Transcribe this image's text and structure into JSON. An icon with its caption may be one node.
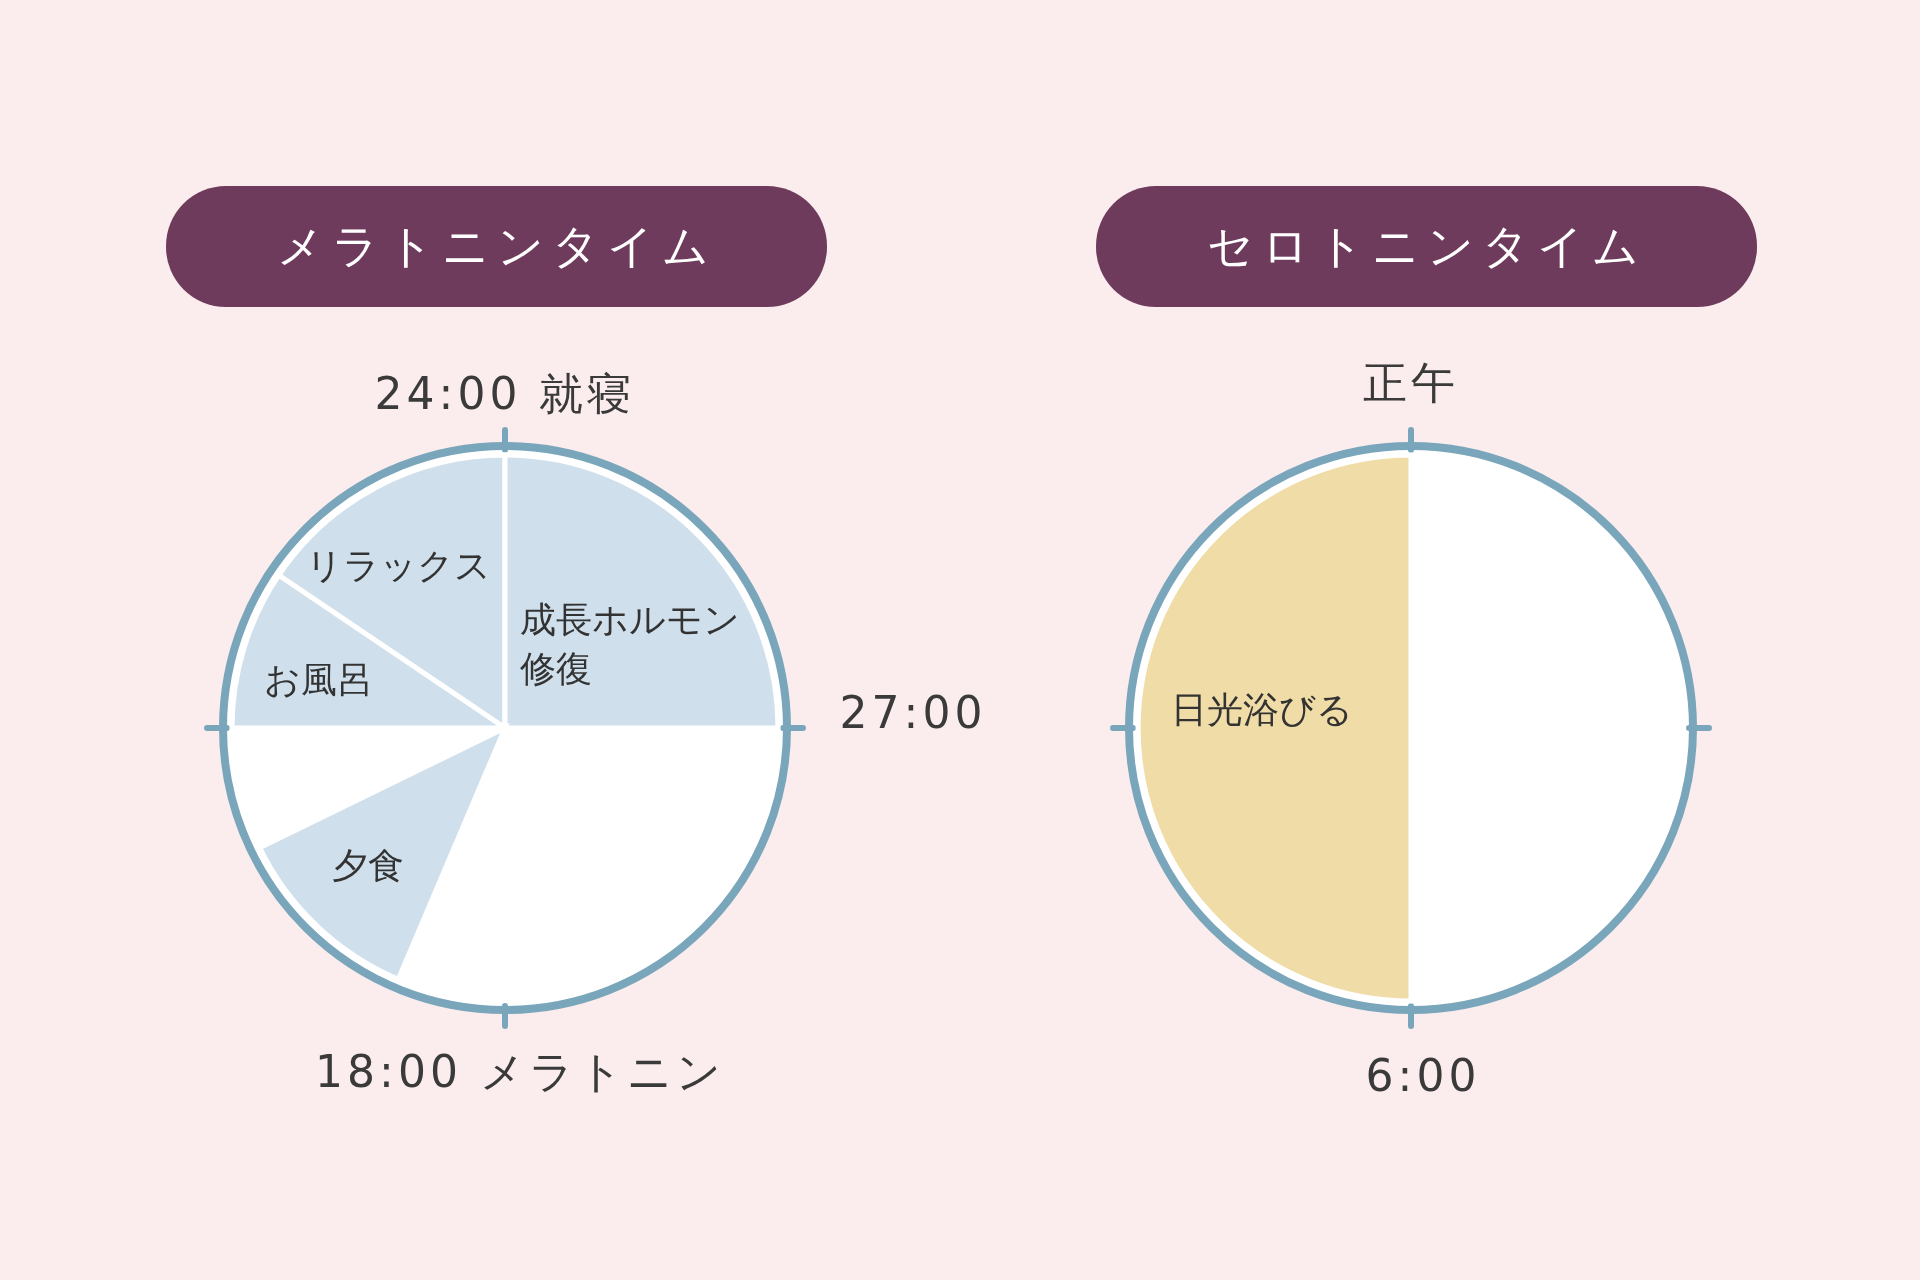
{
  "diagram": {
    "nodes": [
      {
        "text": [
          "メラトニンタイム"
        ]
      },
      {
        "text": [
          "セロトニンタイム"
        ]
      },
      {
        "text": [],
        "shape": "circle"
      },
      {
        "text": [
          "リラックス"
        ],
        "in": 2
      },
      {
        "text": [
          "成長ホルモン修復"
        ],
        "in": 2
      },
      {
        "text": [
          "お風呂"
        ],
        "in": 2
      },
      {
        "text": [
          "夕食"
        ],
        "in": 2
      },
      {
        "text": [],
        "shape": "circle"
      },
      {
        "text": [
          "日光浴びる"
        ],
        "in": 7
      }
    ],
    "edges": [],
    "labels": [
      "24:00 就寝",
      "正午",
      "27:00",
      "18:00 メラトニン",
      "6:00"
    ]
  }
}
